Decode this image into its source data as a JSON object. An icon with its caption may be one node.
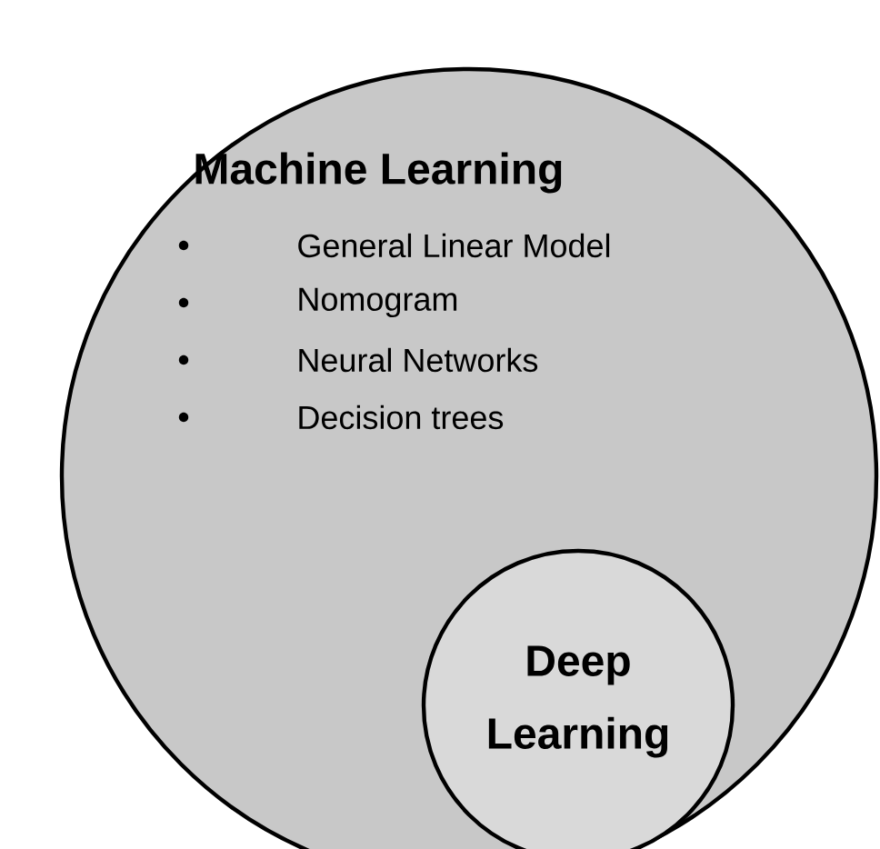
{
  "diagram": {
    "nodes": [
      {
        "text": [
          "Machine Learning",
          "General Linear Model",
          "Nomogram",
          "Neural Networks",
          "Decision trees"
        ]
      },
      {
        "text": [
          "Deep Learning"
        ],
        "in": 0
      }
    ]
  }
}
